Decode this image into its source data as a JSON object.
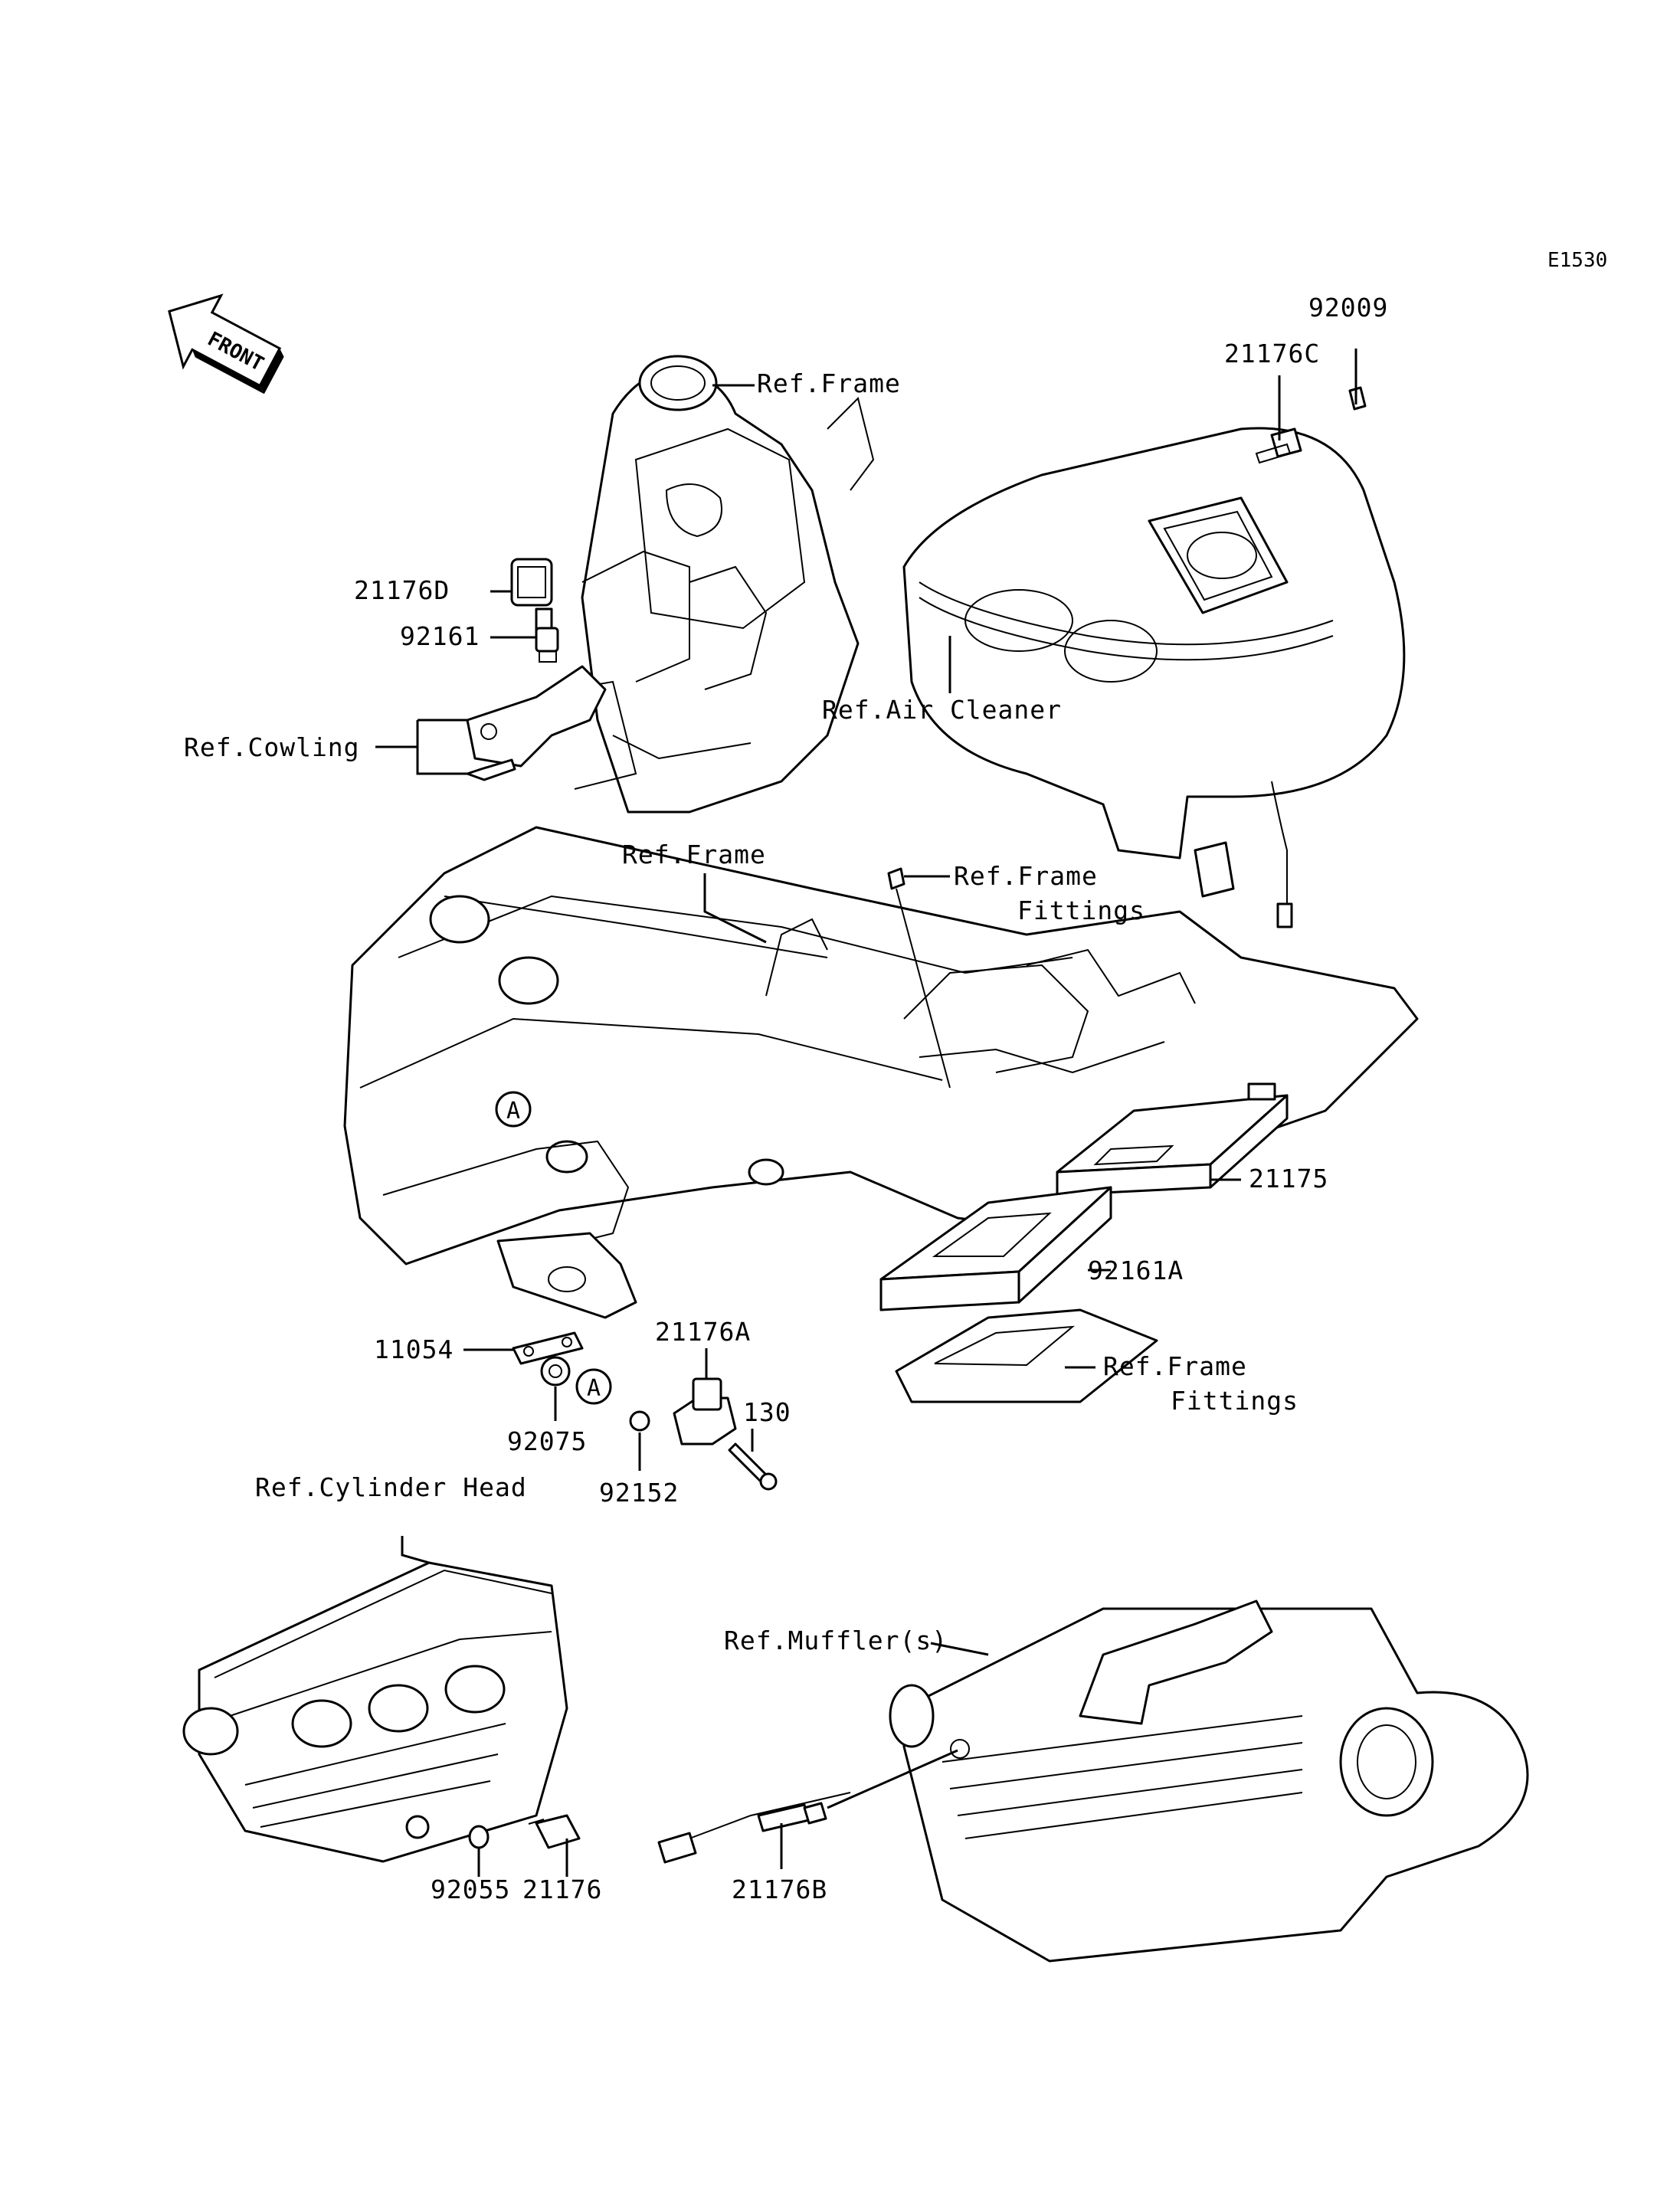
{
  "diagram_code": "E1530",
  "front_arrow_label": "FRONT",
  "callout_marker": "A",
  "labels": {
    "ref_frame_top": "Ref.Frame",
    "ref_air_cleaner": "Ref.Air Cleaner",
    "ref_cowling": "Ref.Cowling",
    "ref_frame_mid": "Ref.Frame",
    "ref_frame_fittings_top_1": "Ref.Frame",
    "ref_frame_fittings_top_2": "Fittings",
    "ref_frame_fittings_bottom_1": "Ref.Frame",
    "ref_frame_fittings_bottom_2": "Fittings",
    "ref_cylinder_head": "Ref.Cylinder Head",
    "ref_mufflers": "Ref.Muffler(s)"
  },
  "part_numbers": {
    "p92009": "92009",
    "p21176C": "21176C",
    "p21176D": "21176D",
    "p92161": "92161",
    "p21175": "21175",
    "p92161A": "92161A",
    "p11054": "11054",
    "p21176A": "21176A",
    "p130": "130",
    "p92075": "92075",
    "p92152": "92152",
    "p92055": "92055",
    "p21176": "21176",
    "p21176B": "21176B"
  }
}
